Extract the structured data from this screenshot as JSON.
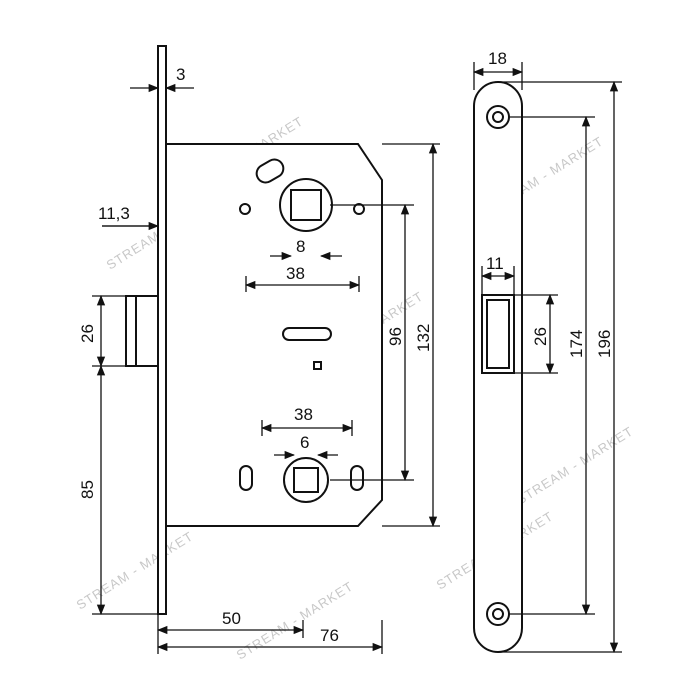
{
  "drawing": {
    "dimensions": {
      "faceplate_thickness": "3",
      "faceplate_offset": "11,3",
      "spindle_square": "8",
      "handle_hole_spacing": "38",
      "latch_height": "26",
      "latch_to_bottom": "85",
      "keyhole_spacing": "38",
      "bottom_square": "6",
      "backset": "50",
      "body_depth": "76",
      "center_distance": "96",
      "body_height": "132",
      "strike_width": "18",
      "strike_slot_width": "11",
      "strike_slot_height": "26",
      "strike_hole_spacing": "174",
      "strike_length": "196"
    },
    "watermark": "STREAM - MARKET"
  }
}
